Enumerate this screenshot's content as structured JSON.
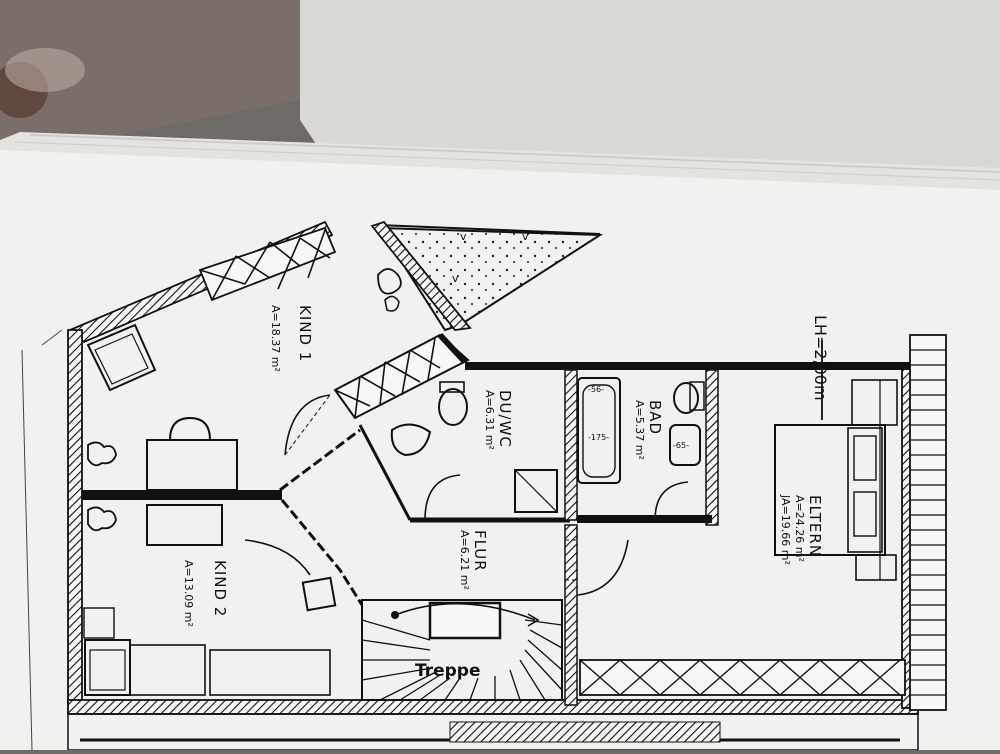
{
  "plan": {
    "ceiling_note": "LH=2,00m",
    "stairs_label": "Treppe",
    "rooms": {
      "kind1": {
        "name": "KIND 1",
        "area": "A=18.37 m²"
      },
      "kind2": {
        "name": "KIND 2",
        "area": "A=13.09 m²"
      },
      "duwc": {
        "name": "DU/WC",
        "area": "A=6.31 m²"
      },
      "bad": {
        "name": "BAD",
        "area": "A=5.37 m²"
      },
      "flur": {
        "name": "FLUR",
        "area": "A=6.21 m²"
      },
      "eltern": {
        "name": "ELTERN",
        "area": "A=24.26 m²",
        "area2": "JA=19.66 m²"
      }
    },
    "tub_dims": {
      "top": "-56-",
      "mid": "-175-"
    },
    "basin_dims": {
      "basin": "-65-"
    }
  },
  "colors": {
    "paper": "#f1f1ef",
    "wall_ink": "#161616",
    "background": "#6e6a66",
    "wall_backdrop": "#d9d8d3"
  }
}
